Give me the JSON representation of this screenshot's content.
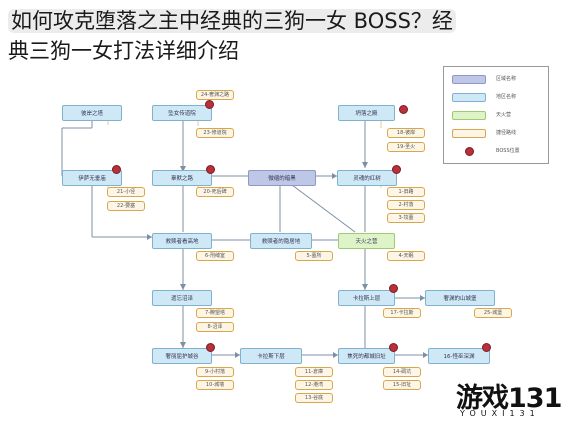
{
  "title": {
    "line1": "如何攻克堕落之主中经典的三狗一女 BOSS？经",
    "line2": "典三狗一女打法详细介绍"
  },
  "legend": {
    "items": [
      {
        "label": "区域名称",
        "color": "#bfc7e6"
      },
      {
        "label": "地区名称",
        "color": "#cfe8f5"
      },
      {
        "label": "天火营",
        "color": "#dff3c8"
      },
      {
        "label": "捷径路线",
        "color": "#fdf6e6"
      },
      {
        "label": "BOSS位置",
        "color": "#b92f3a"
      }
    ]
  },
  "nodes": {
    "n1": "彼岸之塔",
    "n2": "坠女传道院",
    "n3": "坍落之殿",
    "n4": "伊萨无垂庙",
    "n5": "辜默之路",
    "n6": "微缩的暗黑",
    "n7": "灵魂的红树",
    "n8": "救赎者看高地",
    "n9": "救赎者的隐居地",
    "n10": "天火之营",
    "n11": "遗忘沼泽",
    "n12": "卡拉斯上层",
    "n13": "奢渊的山城堡",
    "n14": "奢丽屈护城谷",
    "n15": "卡拉斯下层",
    "n16": "焦死的都城旧址",
    "n17": "16-怪巫深渊"
  },
  "subs": {
    "s1": "24-奢渊之路",
    "s2": "23-修道院",
    "s3": "18-彼岸",
    "s4": "19-圣火",
    "s5": "21-小径",
    "s6": "22-要塞",
    "s7": "20-死后碑",
    "s8": "1-旧路",
    "s9": "2-村落",
    "s10": "3-坟墓",
    "s11": "6-刑缚室",
    "s12": "5-墓所",
    "s13": "4-天眠",
    "s14": "7-瞭望塔",
    "s15": "8-沼泽",
    "s16": "17-卡拉斯",
    "s17": "25-城堡",
    "s18": "9-小村落",
    "s19": "10-城墙",
    "s20": "11-倉庫",
    "s21": "12-港湾",
    "s22": "13-谷底",
    "s23": "14-碉坑",
    "s24": "15-旧址"
  },
  "watermark": {
    "big": "游戏131",
    "small": "YOUXI131"
  }
}
